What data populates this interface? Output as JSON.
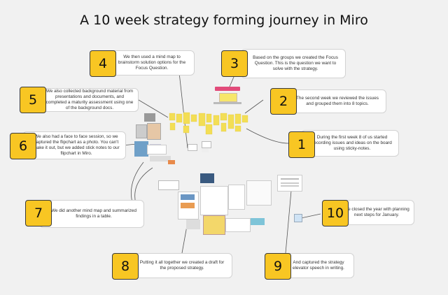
{
  "title": "A 10 week strategy forming journey in Miro",
  "steps": {
    "s1": {
      "num": "1",
      "text": "During the first week 8 of us started recording issues and ideas on the board using sticky-notes."
    },
    "s2": {
      "num": "2",
      "text": "The second week we reviewed the issues and grouped them into 8 topics."
    },
    "s3": {
      "num": "3",
      "text": "Based on the groups we created the Focus Question. This is the question we want to solve with the strategy."
    },
    "s4": {
      "num": "4",
      "text": "We then used a mind map to brainstorm solution options for the Focus Question."
    },
    "s5": {
      "num": "5",
      "text": "We also collected background material from presentations and documents, and completed a maturity assessment using one of the background docs."
    },
    "s6": {
      "num": "6",
      "text": "We also had a face to face session, so we captured the flipchart as a photo. You can't make it out, but we added stick notes to our flipchart in Miro."
    },
    "s7": {
      "num": "7",
      "text": "We did another mind map and summarized findings in a table."
    },
    "s8": {
      "num": "8",
      "text": "Putting it all together we created a draft for the proposed strategy."
    },
    "s9": {
      "num": "9",
      "text": "And captured the strategy elevator speech in writing."
    },
    "s10": {
      "num": "10",
      "text": "We closed the year with planning next steps for January."
    }
  },
  "colors": {
    "badge": "#f8c623",
    "sticky": "#f7e66a",
    "background": "#f1f1f1"
  }
}
